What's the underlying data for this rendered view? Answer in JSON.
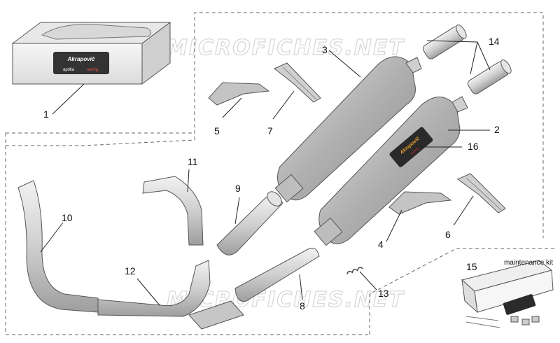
{
  "watermark": "MICROFICHES.NET",
  "kit_label": "maintenance kit",
  "brand": {
    "name": "Akrapovič",
    "sub_left": "aprilia",
    "sub_right": "racing"
  },
  "colors": {
    "pipe": "#d4d4d4",
    "muffler": "#b8b8b8",
    "logo_red": "#c8282a",
    "bracket": "#bdbdbd"
  },
  "labels": {
    "p1": "1",
    "p2": "2",
    "p3": "3",
    "p4": "4",
    "p5": "5",
    "p6": "6",
    "p7": "7",
    "p8": "8",
    "p9": "9",
    "p10": "10",
    "p11": "11",
    "p12": "12",
    "p13": "13",
    "p14": "14",
    "p15": "15",
    "p16": "16"
  }
}
